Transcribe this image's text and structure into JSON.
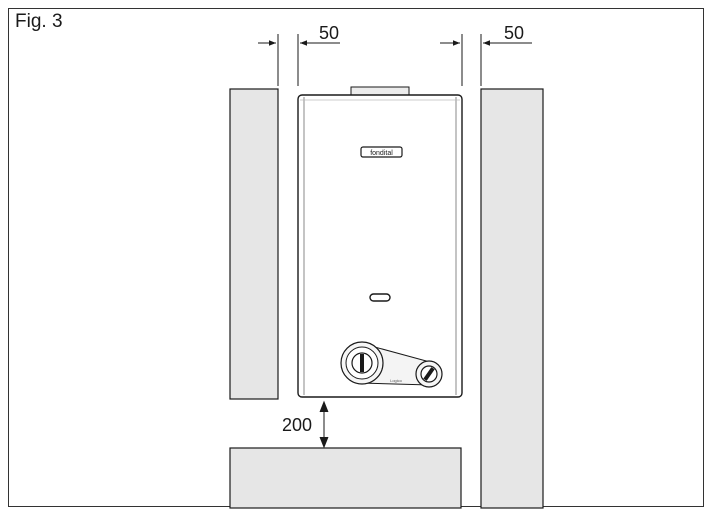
{
  "figure": {
    "label": "Fig. 3"
  },
  "dimensions": {
    "left_gap": "50",
    "right_gap": "50",
    "bottom_gap": "200"
  },
  "appliance": {
    "brand": "fondital",
    "small_text": "Logico"
  }
}
